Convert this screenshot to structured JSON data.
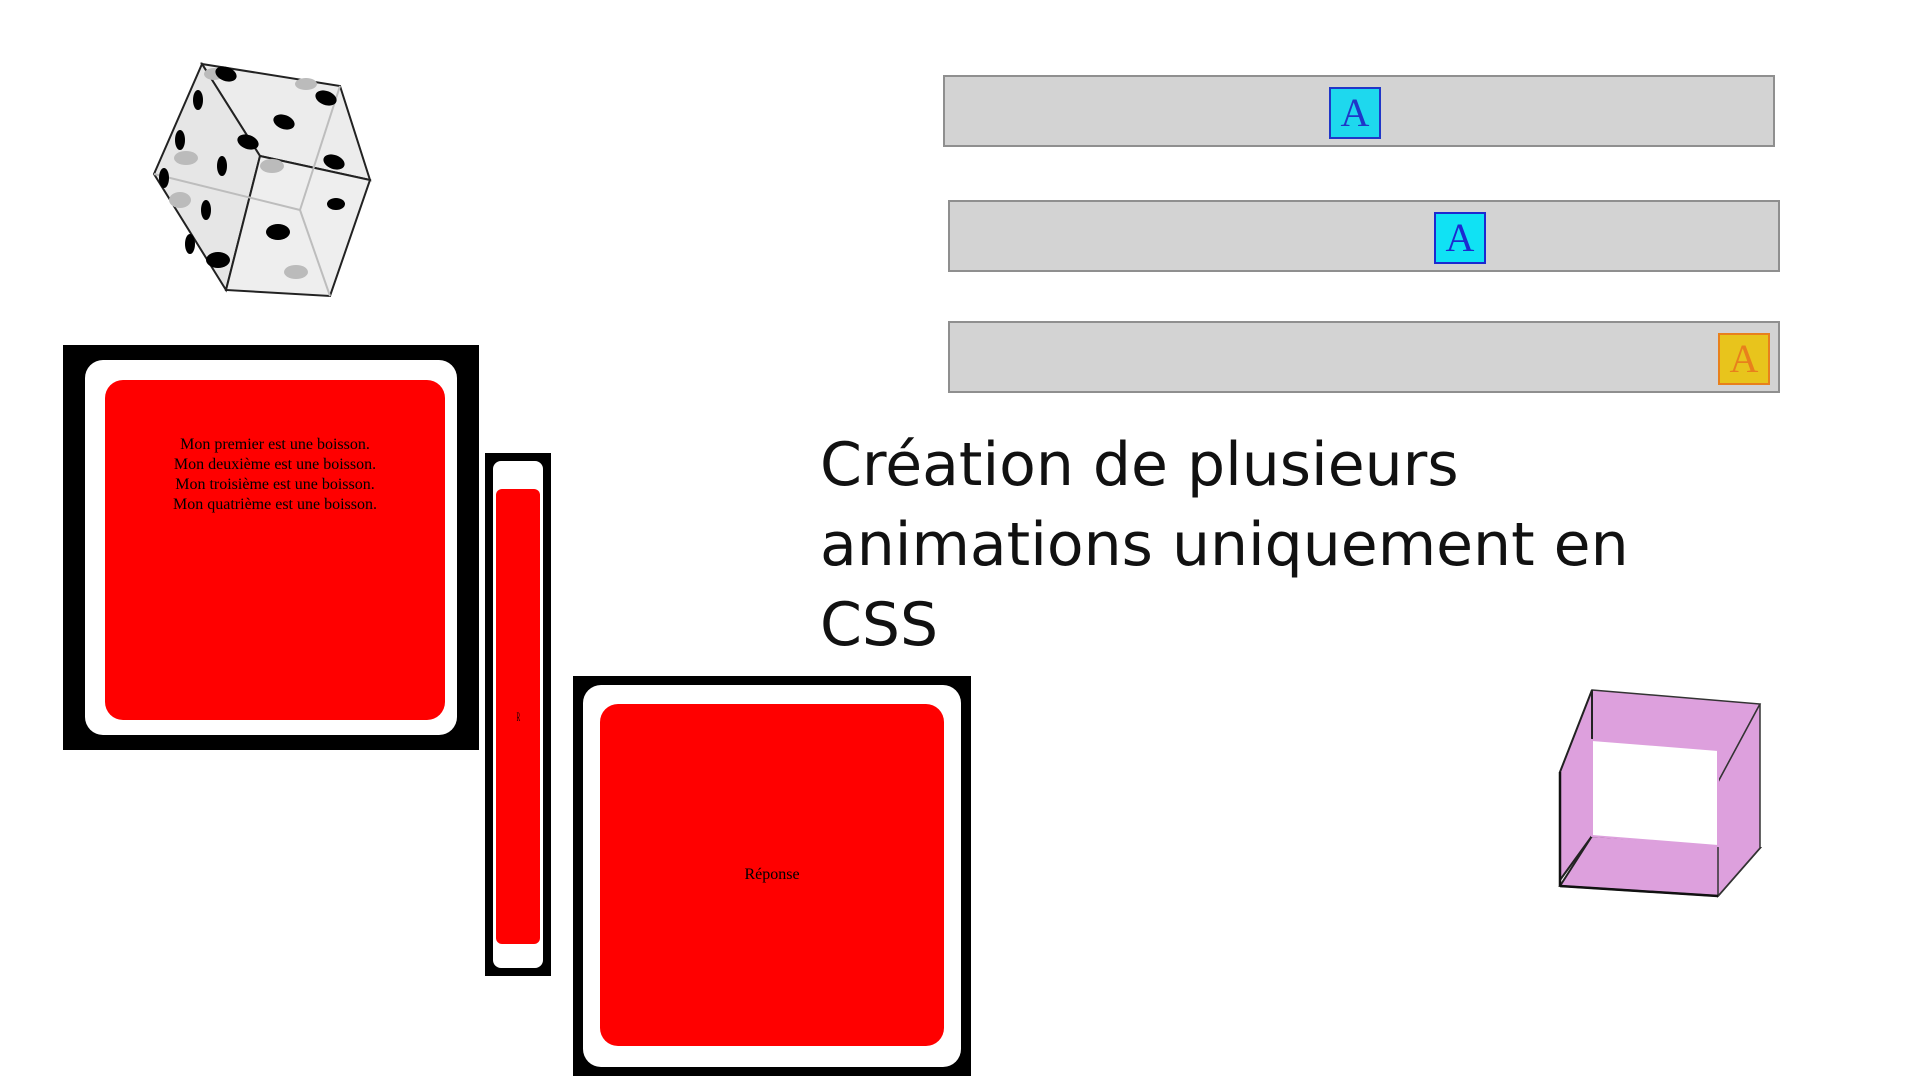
{
  "title": "Création de plusieurs animations uniquement en CSS",
  "tracks": [
    {
      "letter": "A",
      "progress": 0.5
    },
    {
      "letter": "A",
      "progress": 0.63
    },
    {
      "letter": "A",
      "progress": 1.0
    }
  ],
  "card_question": {
    "lines": [
      "Mon premier est une boisson.",
      "Mon deuxième est une boisson.",
      "Mon troisième est une boisson.",
      "Mon quatrième est une boisson."
    ]
  },
  "card_flipping": {
    "text": "R"
  },
  "card_answer": {
    "text": "Réponse"
  },
  "colors": {
    "card_red": "#ff0000",
    "track_gray": "#d3d3d3",
    "cube_face": "#dda0dd",
    "letter_cyan": "#1ed8ee",
    "letter_gold": "#e8c41c"
  },
  "icons": {
    "dice": "dice-icon",
    "cube": "cube-icon"
  }
}
